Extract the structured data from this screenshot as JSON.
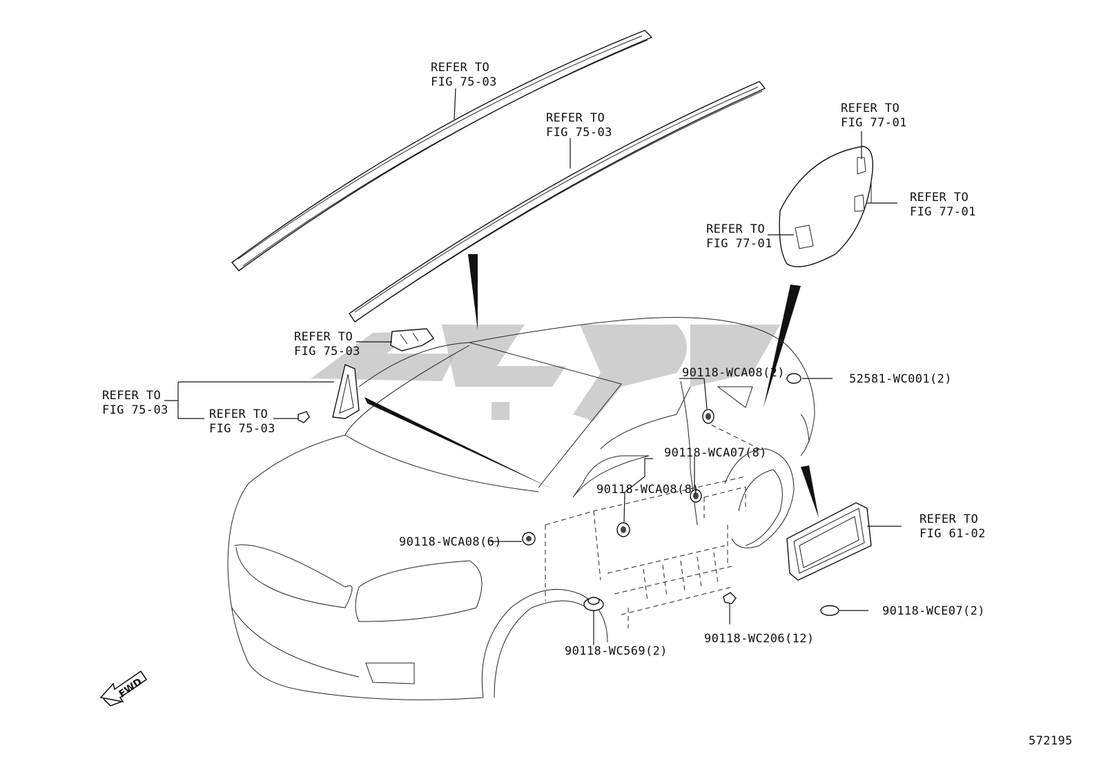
{
  "labels": {
    "roof_left": [
      "REFER TO",
      "FIG 75-03"
    ],
    "roof_right": [
      "REFER TO",
      "FIG 75-03"
    ],
    "fuel_lid_top": [
      "REFER TO",
      "FIG 77-01"
    ],
    "fuel_lid_right": [
      "REFER TO",
      "FIG 77-01"
    ],
    "fuel_lid_left": [
      "REFER TO",
      "FIG 77-01"
    ],
    "pillar_clip": [
      "REFER TO",
      "FIG 75-03"
    ],
    "quarter_glass": [
      "REFER TO",
      "FIG 75-03"
    ],
    "quarter_clip": [
      "REFER TO",
      "FIG 75-03"
    ],
    "grille_rear": [
      "REFER TO",
      "FIG 61-02"
    ]
  },
  "parts": {
    "p_52581": "52581-WC001(2)",
    "p_wca08_2": "90118-WCA08(2)",
    "p_wca07_8": "90118-WCA07(8)",
    "p_wca08_8": "90118-WCA08(8)",
    "p_wca08_6": "90118-WCA08(6)",
    "p_wce07_2": "90118-WCE07(2)",
    "p_wc569_2": "90118-WC569(2)",
    "p_wc206_12": "90118-WC206(12)"
  },
  "fwd_label": "FWD",
  "figure_number": "572195"
}
